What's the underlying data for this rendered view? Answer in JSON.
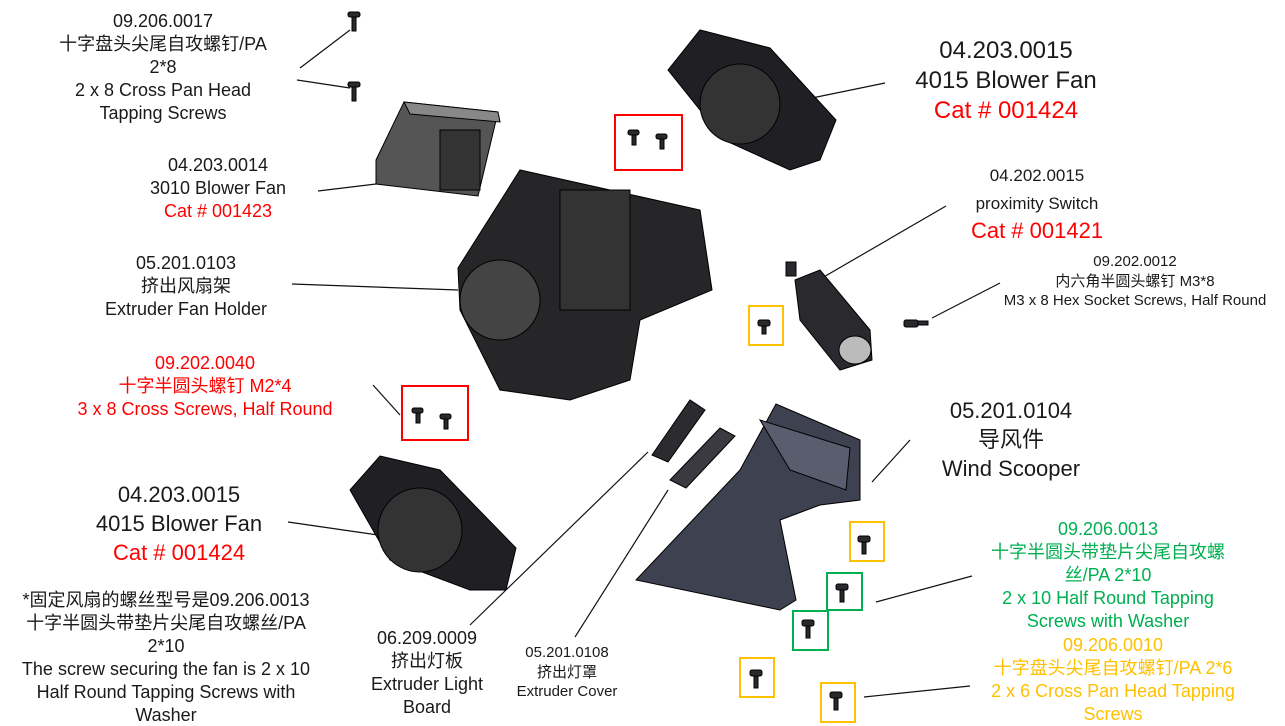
{
  "labels": {
    "screws_0017": {
      "part_no": "09.206.0017",
      "cn": "十字盘头尖尾自攻螺钉/PA",
      "size": "2*8",
      "en1": "2 x 8 Cross Pan Head",
      "en2": "Tapping Screws"
    },
    "fan_3010": {
      "part_no": "04.203.0014",
      "name": "3010 Blower Fan",
      "cat": "Cat # 001423"
    },
    "fan_holder": {
      "part_no": "05.201.0103",
      "cn": "挤出风扇架",
      "en": "Extruder Fan Holder"
    },
    "screws_0040": {
      "part_no": "09.202.0040",
      "cn": "十字半圆头螺钉 M2*4",
      "en": "3 x 8 Cross Screws, Half Round"
    },
    "fan_4015_left": {
      "part_no": "04.203.0015",
      "name": "4015 Blower Fan",
      "cat": "Cat # 001424"
    },
    "note": {
      "cn1": "*固定风扇的螺丝型号是09.206.0013",
      "cn2": "十字半圆头带垫片尖尾自攻螺丝/PA",
      "size": "2*10",
      "en1": "The screw securing the fan is 2 x 10",
      "en2": "Half Round Tapping Screws with",
      "en3": "Washer"
    },
    "light_board": {
      "part_no": "06.209.0009",
      "cn": "挤出灯板",
      "en1": "Extruder Light",
      "en2": "Board"
    },
    "extruder_cover": {
      "part_no": "05.201.0108",
      "cn": "挤出灯罩",
      "en": "Extruder Cover"
    },
    "fan_4015_right": {
      "part_no": "04.203.0015",
      "name": "4015 Blower Fan",
      "cat": "Cat # 001424"
    },
    "proximity_switch": {
      "part_no": "04.202.0015",
      "name": "proximity Switch",
      "cat": "Cat # 001421"
    },
    "screws_0012": {
      "part_no": "09.202.0012",
      "cn": "内六角半圆头螺钉 M3*8",
      "en": "M3 x 8 Hex Socket Screws, Half Round"
    },
    "wind_scooper": {
      "part_no": "05.201.0104",
      "cn": "导风件",
      "en": "Wind Scooper"
    },
    "screws_0013": {
      "part_no": "09.206.0013",
      "cn1": "十字半圆头带垫片尖尾自攻螺",
      "cn2": "丝/PA 2*10",
      "en1": "2 x 10 Half Round Tapping",
      "en2": "Screws with Washer"
    },
    "screws_0010": {
      "part_no": "09.206.0010",
      "cn": "十字盘头尖尾自攻螺钉/PA 2*6",
      "en1": "2 x 6 Cross Pan Head Tapping",
      "en2": "Screws"
    }
  },
  "colors": {
    "text": "#1a1a1a",
    "red": "#ff0000",
    "green": "#00b050",
    "yellow": "#ffc000",
    "part": "#2a2a2e"
  }
}
